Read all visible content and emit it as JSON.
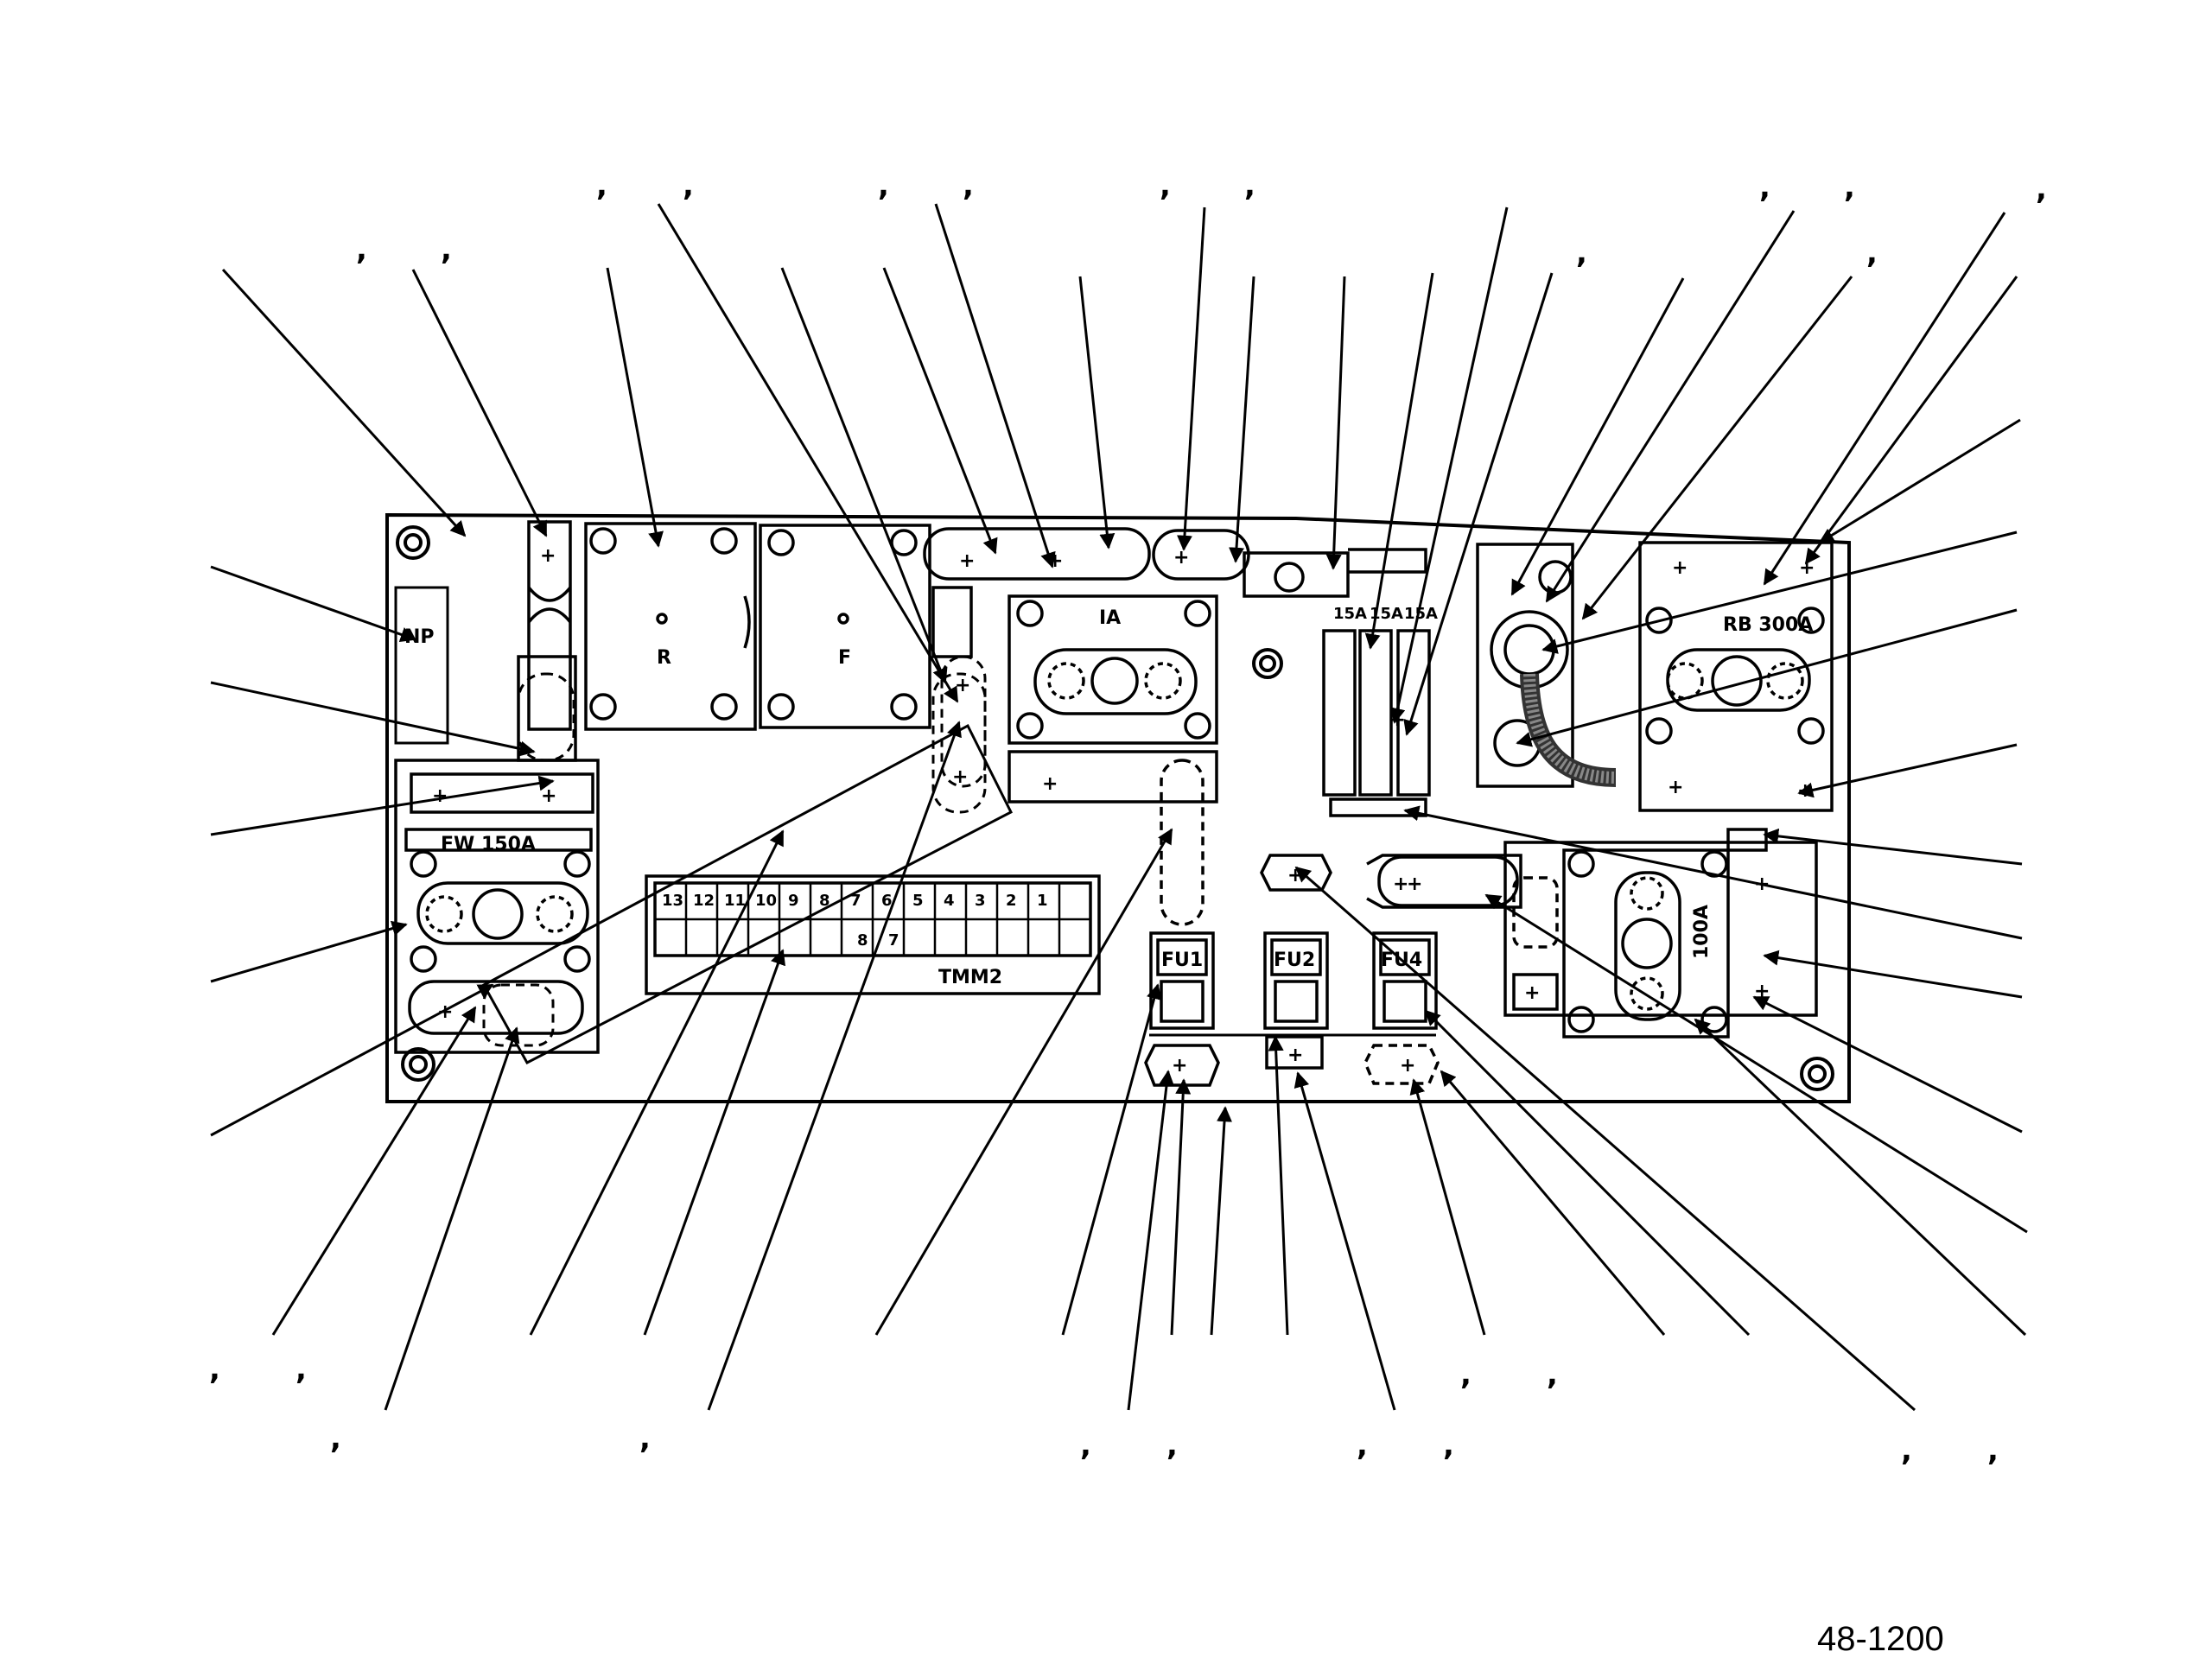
{
  "figure_id": "48-1200",
  "panel": {
    "labels": {
      "np": "NP",
      "reverse": "R",
      "forward": "F",
      "ia": "IA",
      "fw_150a": "FW   150A",
      "rb_300a": "RB   300A",
      "a100": "100A",
      "tmm2": "TMM2",
      "fu1": "FU1",
      "fu2": "FU2",
      "fu4": "FU4",
      "f15a_1": "15A",
      "f15a_2": "15A",
      "f15a_3": "15A"
    },
    "terminal_numbers": [
      "13",
      "12",
      "11",
      "10",
      "9",
      "8",
      "7",
      "6",
      "5",
      "4",
      "3",
      "2",
      "1"
    ],
    "lower_terminal_numbers": [
      "8",
      "7"
    ],
    "plus_sign": "+",
    "minus_sign": "-"
  },
  "callout_marks": ","
}
